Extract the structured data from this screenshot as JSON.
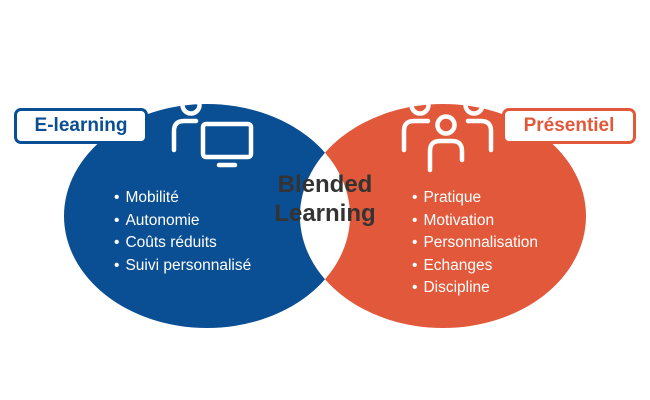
{
  "colors": {
    "left_circle": "#0a4f93",
    "right_circle": "#e2583a",
    "center": "#ffffff",
    "center_text": "#333333"
  },
  "left": {
    "label": "E-learning",
    "icon": "person-at-computer-icon",
    "items": [
      {
        "text": "Mobilité"
      },
      {
        "text": "Autonomie"
      },
      {
        "text": "Coûts réduits"
      },
      {
        "text": "Suivi personnalisé"
      }
    ]
  },
  "right": {
    "label": "Présentiel",
    "icon": "group-of-people-icon",
    "items": [
      {
        "text": "Pratique"
      },
      {
        "text": "Motivation"
      },
      {
        "text": "Personnalisation"
      },
      {
        "text": "Echanges"
      },
      {
        "text": "Discipline"
      }
    ]
  },
  "center": {
    "line1": "Blended",
    "line2": "Learning"
  }
}
